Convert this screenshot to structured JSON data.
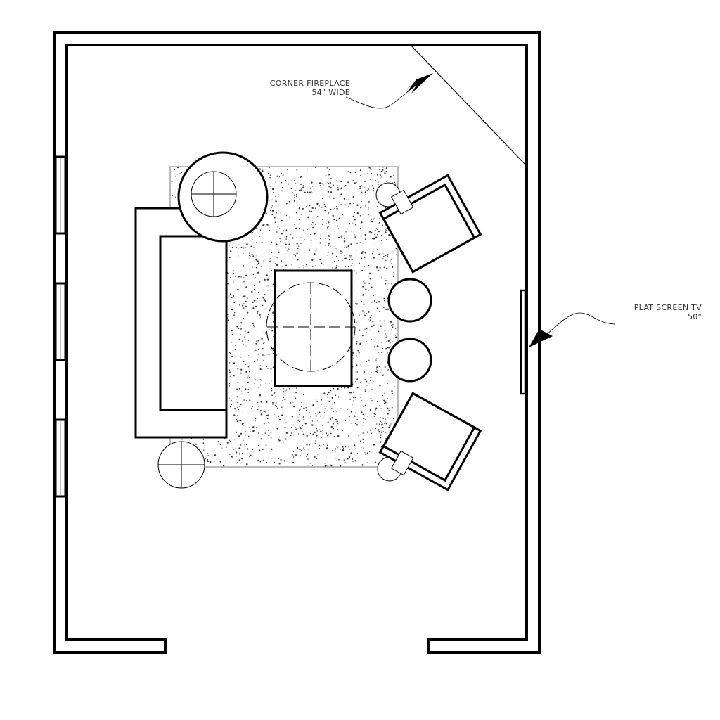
{
  "annotations": {
    "fireplace": {
      "line1": "CORNER FIREPLACE",
      "line2": "54\" WIDE"
    },
    "tv": {
      "line1": "PLAT SCREEN TV",
      "line2": "50\""
    }
  },
  "colors": {
    "line": "#000000",
    "rug_speckle": "#333333",
    "window_glass": "#888888"
  }
}
